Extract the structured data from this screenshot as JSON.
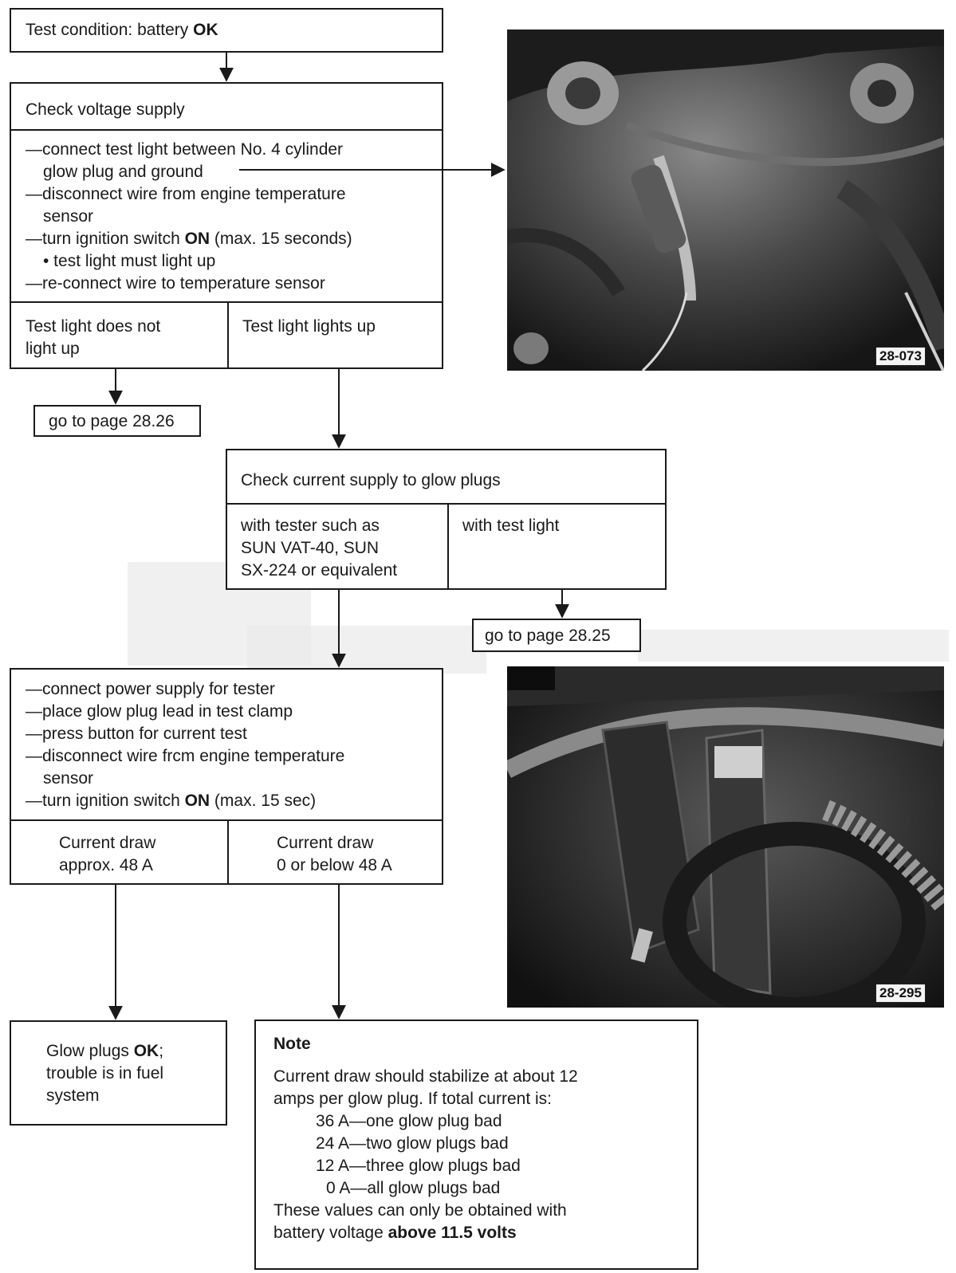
{
  "flow": {
    "test_condition": {
      "prefix": "Test condition: battery ",
      "bold": "OK"
    },
    "check_voltage": {
      "title": "Check voltage supply",
      "l1": "—connect test light between No. 4 cylinder",
      "l2": "glow plug and ground",
      "l3": "—disconnect wire from engine temperature",
      "l4": "sensor",
      "l5_prefix": "—turn ignition switch ",
      "l5_bold": "ON",
      "l5_suffix": " (max. 15 seconds)",
      "l6": "• test light must light up",
      "l7": "—re-connect wire to temperature sensor",
      "branch_left_1": "Test light does not",
      "branch_left_2": "light up",
      "branch_right": "Test light lights up"
    },
    "goto_2826": "go to page 28.26",
    "check_current": {
      "title": "Check current supply to glow plugs",
      "left_1": "with tester such as",
      "left_2": "SUN VAT-40, SUN",
      "left_3": "SX-224 or equivalent",
      "right": "with test light"
    },
    "goto_2825": "go to page 28.25",
    "tester_steps": {
      "l1": "—connect power supply for tester",
      "l2": "—place glow plug lead in test clamp",
      "l3": "—press button for current test",
      "l4": "—disconnect wire frcm engine temperature",
      "l5": "sensor",
      "l6_prefix": "—turn ignition switch ",
      "l6_bold": "ON",
      "l6_suffix": " (max. 15 sec)",
      "left_1": "Current draw",
      "left_2": "approx. 48 A",
      "right_1": "Current draw",
      "right_2": "0 or below 48 A"
    },
    "glow_ok": {
      "l1_prefix": "Glow plugs ",
      "l1_bold": "OK",
      "l1_suffix": ";",
      "l2": "trouble is in fuel",
      "l3": "system"
    },
    "note": {
      "title": "Note",
      "l1": "Current draw should stabilize at about 12",
      "l2": "amps per glow plug. If total current is:",
      "l3": "36 A—one glow plug bad",
      "l4": "24 A—two glow plugs bad",
      "l5": "12 A—three glow plugs bad",
      "l6": "0 A—all glow plugs bad",
      "l7": "These values can only be obtained with",
      "l8_prefix": "battery voltage ",
      "l8_bold": "above 11.5 volts"
    }
  },
  "photos": {
    "top_tag": "28-073",
    "bottom_tag": "28-295"
  }
}
